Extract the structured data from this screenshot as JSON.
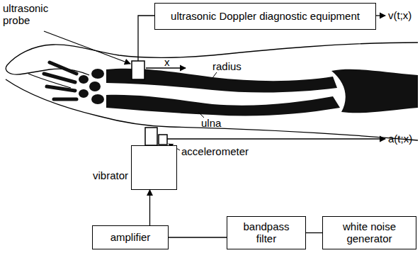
{
  "diagram": {
    "nodes": [
      {
        "text": [
          "ultrasonic Doppler diagnostic equipment"
        ]
      },
      {
        "text": [
          "vibrator"
        ]
      },
      {
        "text": [
          "amplifier"
        ]
      },
      {
        "text": [
          "bandpass filter"
        ]
      },
      {
        "text": [
          "white noise generator"
        ]
      }
    ],
    "edges": [
      {
        "from": 4,
        "to": 3,
        "arrow": "none"
      },
      {
        "from": 3,
        "to": 2,
        "arrow": "none"
      },
      {
        "from": 2,
        "to": 1,
        "arrow": "to"
      }
    ],
    "labels": [
      "ultrasonic probe",
      "v(t;x)",
      "x",
      "radius",
      "ulna",
      "accelerometer",
      "a(t;x)"
    ]
  }
}
